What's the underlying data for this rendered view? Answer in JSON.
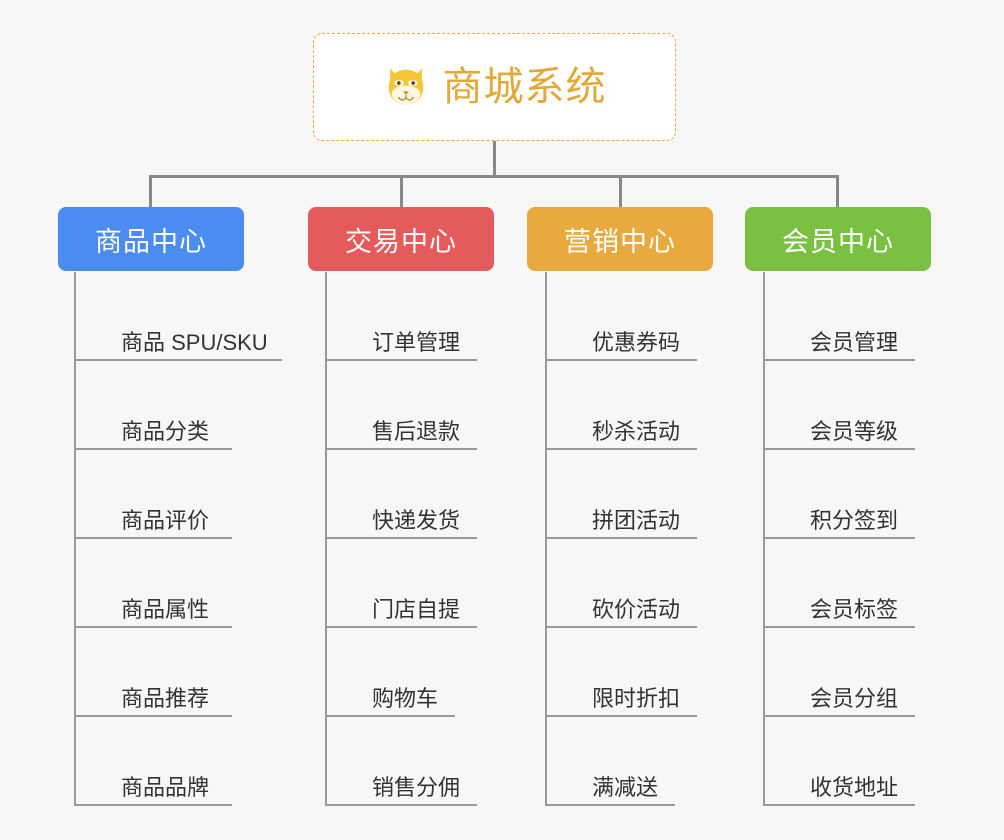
{
  "root": {
    "title": "商城系统",
    "icon": "shiba-dog-face-icon",
    "text_color": "#e3a83a",
    "border_color": "#e8a93e",
    "background": "#ffffff"
  },
  "canvas": {
    "background": "#f7f7f7",
    "connector_color": "#888888",
    "leaf_line_color": "#9a9a9a",
    "leaf_text_color": "#333333"
  },
  "branches": [
    {
      "label": "商品中心",
      "color": "#4a8cf0",
      "items": [
        "商品 SPU/SKU",
        "商品分类",
        "商品评价",
        "商品属性",
        "商品推荐",
        "商品品牌"
      ]
    },
    {
      "label": "交易中心",
      "color": "#e55a5a",
      "items": [
        "订单管理",
        "售后退款",
        "快递发货",
        "门店自提",
        "购物车",
        "销售分佣"
      ]
    },
    {
      "label": "营销中心",
      "color": "#e8a93e",
      "items": [
        "优惠券码",
        "秒杀活动",
        "拼团活动",
        "砍价活动",
        "限时折扣",
        "满减送"
      ]
    },
    {
      "label": "会员中心",
      "color": "#7ac143",
      "items": [
        "会员管理",
        "会员等级",
        "积分签到",
        "会员标签",
        "会员分组",
        "收货地址"
      ]
    }
  ]
}
